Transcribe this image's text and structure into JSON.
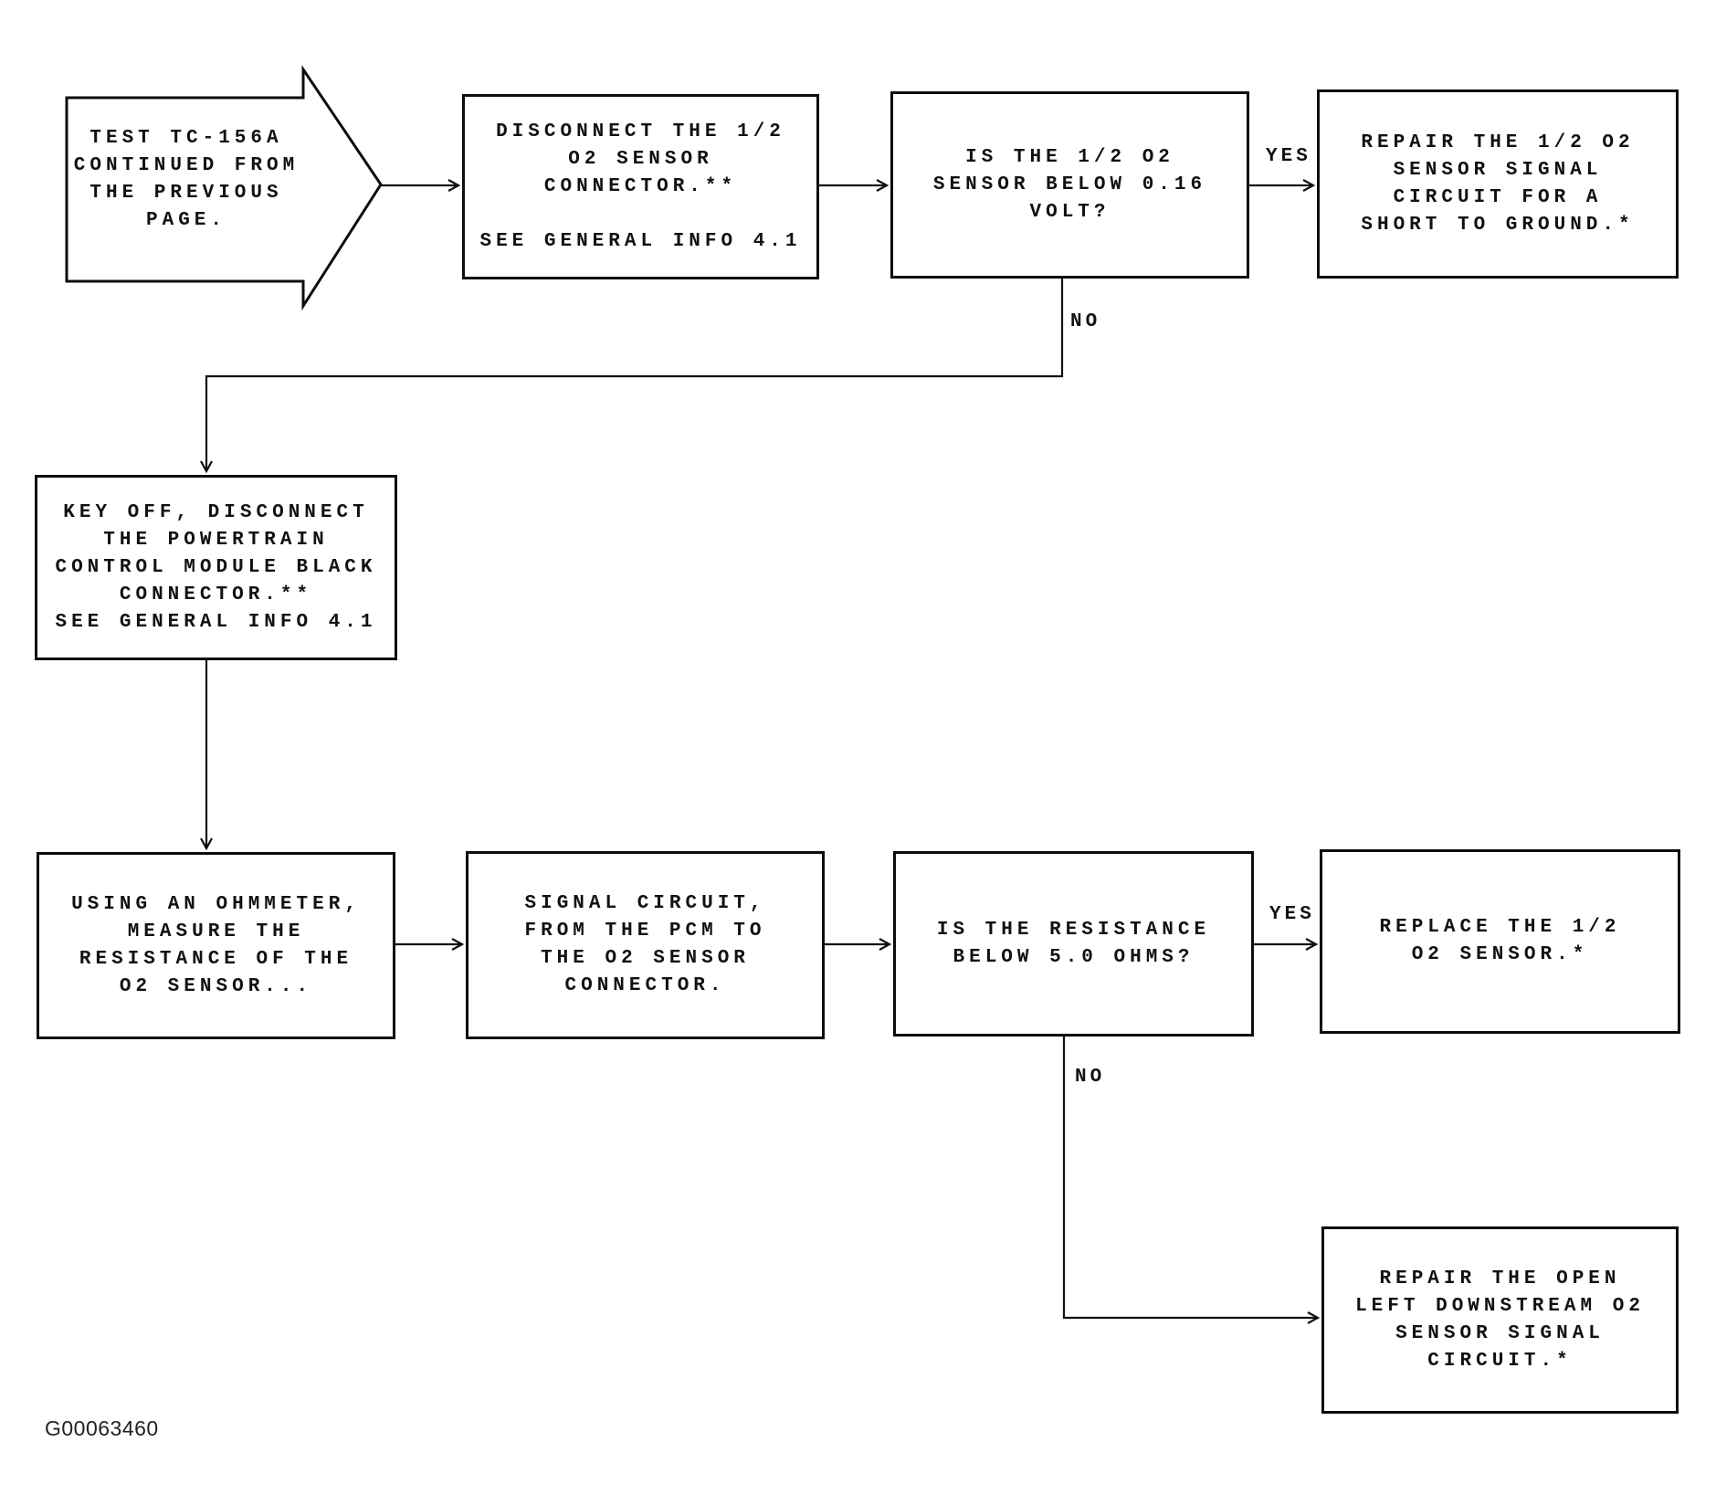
{
  "figure_id": "G00063460",
  "colors": {
    "ink": "#111111",
    "background": "#ffffff"
  },
  "flowchart": {
    "start": {
      "lines": [
        "TEST TC-156A",
        "CONTINUED FROM",
        "THE PREVIOUS",
        "PAGE."
      ]
    },
    "disconnect_o2": {
      "lines": [
        "DISCONNECT THE 1/2",
        "O2 SENSOR",
        "CONNECTOR.**",
        "",
        "SEE GENERAL INFO 4.1"
      ]
    },
    "q_volt": {
      "lines": [
        "IS THE 1/2 O2",
        "SENSOR BELOW 0.16",
        "VOLT?"
      ]
    },
    "repair_short": {
      "lines": [
        "REPAIR THE 1/2 O2",
        "SENSOR SIGNAL",
        "CIRCUIT FOR A",
        "SHORT TO GROUND.*"
      ]
    },
    "key_off": {
      "lines": [
        "KEY OFF, DISCONNECT",
        "THE POWERTRAIN",
        "CONTROL MODULE BLACK",
        "CONNECTOR.**",
        "SEE GENERAL INFO 4.1"
      ]
    },
    "ohmmeter": {
      "lines": [
        "USING AN OHMMETER,",
        "MEASURE THE",
        "RESISTANCE OF THE",
        "O2 SENSOR..."
      ]
    },
    "signal_circuit": {
      "lines": [
        "SIGNAL CIRCUIT,",
        "FROM THE PCM TO",
        "THE O2 SENSOR",
        "CONNECTOR."
      ]
    },
    "q_resistance": {
      "lines": [
        "IS THE RESISTANCE",
        "BELOW 5.0 OHMS?"
      ]
    },
    "replace_sensor": {
      "lines": [
        "REPLACE THE 1/2",
        "O2 SENSOR.*"
      ]
    },
    "repair_open": {
      "lines": [
        "REPAIR THE OPEN",
        "LEFT DOWNSTREAM O2",
        "SENSOR SIGNAL",
        "CIRCUIT.*"
      ]
    },
    "labels": {
      "q_volt_yes": "YES",
      "q_volt_no": "NO",
      "q_resistance_yes": "YES",
      "q_resistance_no": "NO"
    }
  }
}
